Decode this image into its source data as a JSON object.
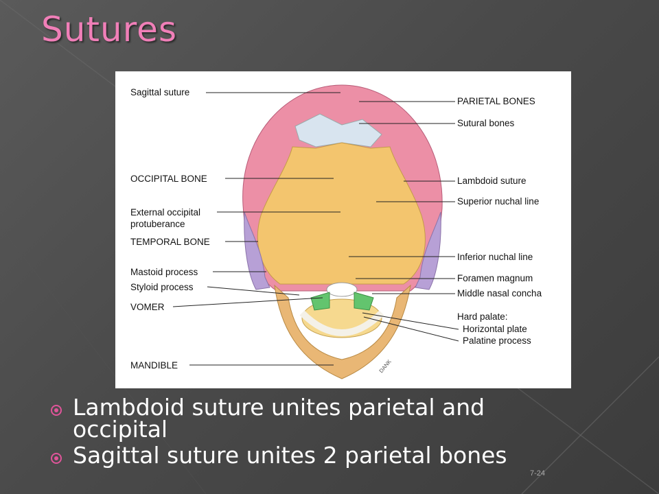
{
  "slide": {
    "title": "Sutures",
    "slide_number": "7-24"
  },
  "figure": {
    "labels_left": [
      "Sagittal suture",
      "OCCIPITAL BONE",
      "External occipital",
      "protuberance",
      "TEMPORAL BONE",
      "Mastoid process",
      "Styloid process",
      "VOMER",
      "MANDIBLE"
    ],
    "labels_right": [
      "PARIETAL BONES",
      "Sutural bones",
      "Lambdoid suture",
      "Superior nuchal line",
      "Inferior nuchal line",
      "Foramen magnum",
      "Middle nasal concha",
      "Hard palate:",
      "Horizontal plate",
      "Palatine process"
    ],
    "artist_signature": "DANK",
    "colors": {
      "parietal": "#ec8fa6",
      "sutural": "#d8e4ef",
      "occipital": "#f3c56e",
      "temporal": "#b7a0d6",
      "mandible": "#e9b775",
      "concha": "#63c46e"
    }
  },
  "bullets": [
    "Lambdoid suture unites parietal and occipital",
    "Sagittal suture unites 2 parietal bones"
  ],
  "theme": {
    "accent": "#f07fb8",
    "bullet_color": "#e0559a"
  }
}
